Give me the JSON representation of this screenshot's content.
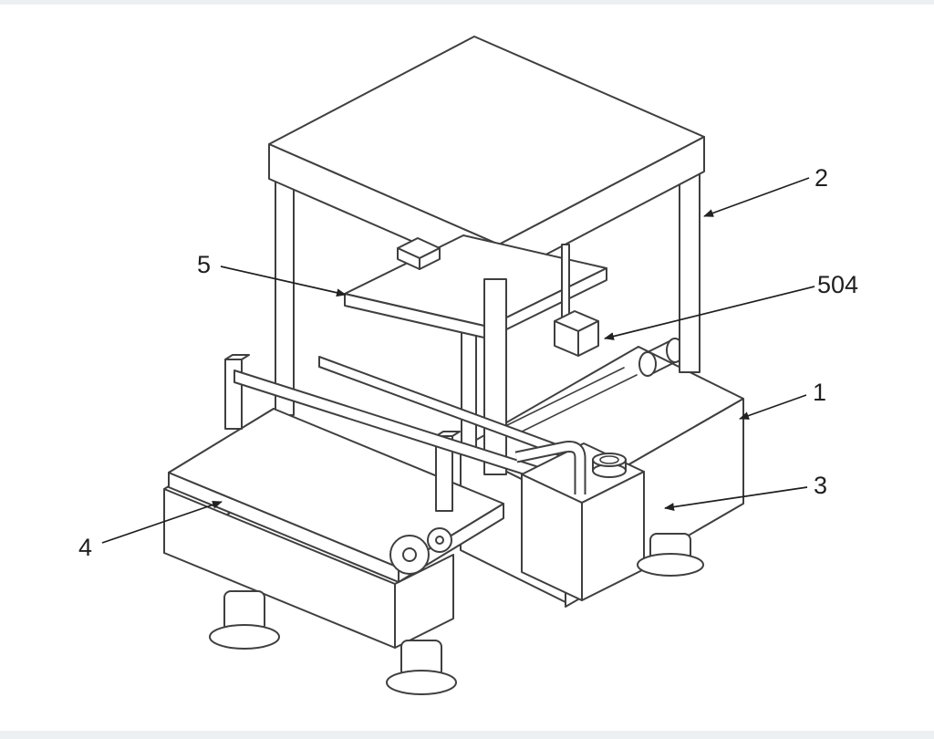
{
  "figure": {
    "labels": [
      {
        "ref": "2"
      },
      {
        "ref": "504"
      },
      {
        "ref": "1"
      },
      {
        "ref": "3"
      },
      {
        "ref": "5"
      },
      {
        "ref": "4"
      }
    ]
  },
  "colors": {
    "background": "#ffffff",
    "line": "#3f3f3f",
    "label_text": "#1f1f1f",
    "frame_strip": "#edf0f2"
  }
}
